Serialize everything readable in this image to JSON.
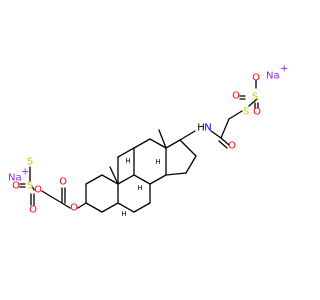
{
  "colors": {
    "bond": "#000000",
    "O": "#ff0000",
    "S": "#cccc00",
    "N": "#0000ff",
    "Na": "#a020f0",
    "H": "#000000"
  },
  "atoms": {
    "na_top": "Na",
    "na_top_charge": "+",
    "o_top_1": "O",
    "s_top_1": "S",
    "o_top_2": "O",
    "o_top_3": "O",
    "s_top_2": "S",
    "nh": "N",
    "nh_h": "H",
    "o_amide": "O",
    "na_left": "Na",
    "na_left_charge": "+",
    "s_left_1": "S",
    "o_left_1": "O",
    "s_left_2": "S",
    "o_left_2": "O",
    "o_left_3": "O",
    "o_ester_carbonyl": "O",
    "o_ester": "O",
    "h_1": "H",
    "h_2": "H",
    "h_3": "H",
    "h_4": "H"
  }
}
